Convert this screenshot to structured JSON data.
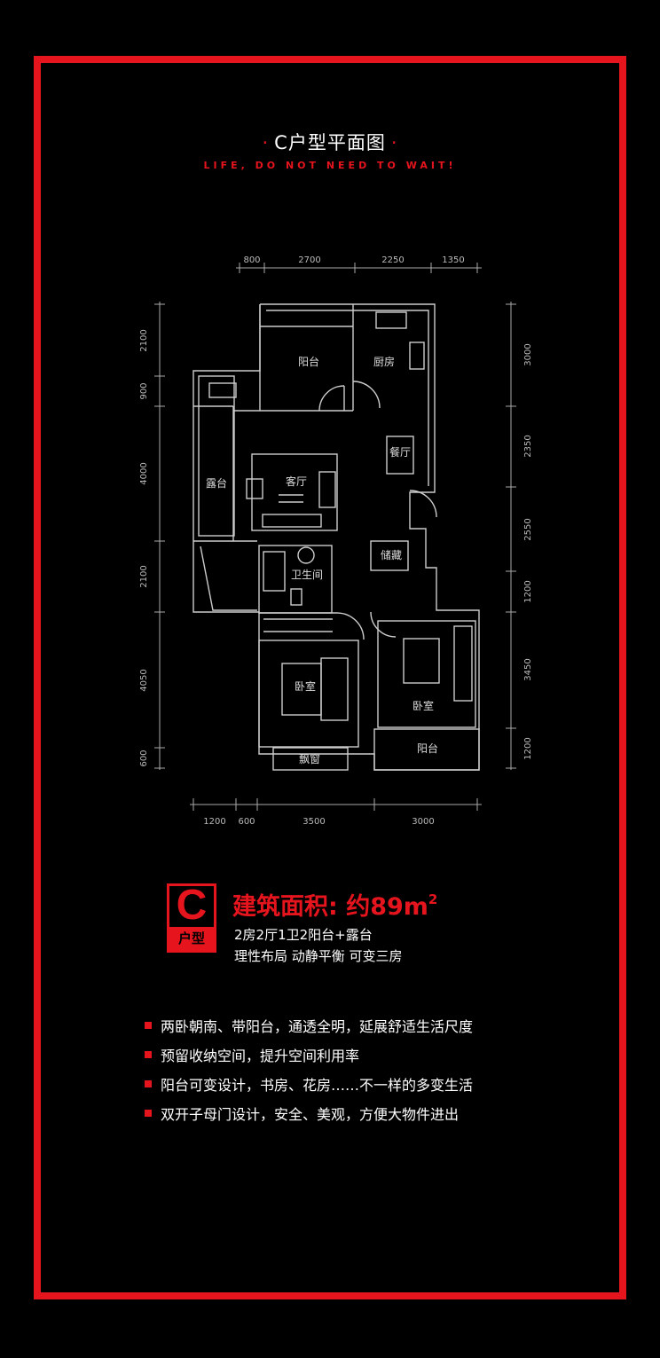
{
  "title": "C户型平面图",
  "slogan": "LIFE, DO NOT NEED TO WAIT!",
  "dimensions": {
    "top": [
      "800",
      "2700",
      "2250",
      "1350"
    ],
    "bottom": [
      "1200",
      "600",
      "3500",
      "3000"
    ],
    "left": [
      "2100",
      "900",
      "4000",
      "2100",
      "4050",
      "600"
    ],
    "right": [
      "3000",
      "2350",
      "2550",
      "1200",
      "3450",
      "1200"
    ]
  },
  "rooms": {
    "balcony_top": "阳台",
    "kitchen": "厨房",
    "dining": "餐厅",
    "terrace": "露台",
    "living": "客厅",
    "bathroom": "卫生间",
    "storage": "储藏",
    "bedroom1": "卧室",
    "bedroom2": "卧室",
    "bay_window": "飘窗",
    "balcony_bottom": "阳台"
  },
  "badge": {
    "letter": "C",
    "sub": "户型"
  },
  "area": {
    "label": "建筑面积: 约89m",
    "sup": "2"
  },
  "layout_summary": "2房2厅1卫2阳台+露台",
  "layout_desc": "理性布局 动静平衡 可变三房",
  "features": [
    "两卧朝南、带阳台，通透全明，延展舒适生活尺度",
    "预留收纳空间，提升空间利用率",
    "阳台可变设计，书房、花房……不一样的多变生活",
    "双开子母门设计，安全、美观，方便大物件进出"
  ],
  "colors": {
    "accent": "#e5141d",
    "background": "#000000",
    "lines": "#cccccc"
  }
}
